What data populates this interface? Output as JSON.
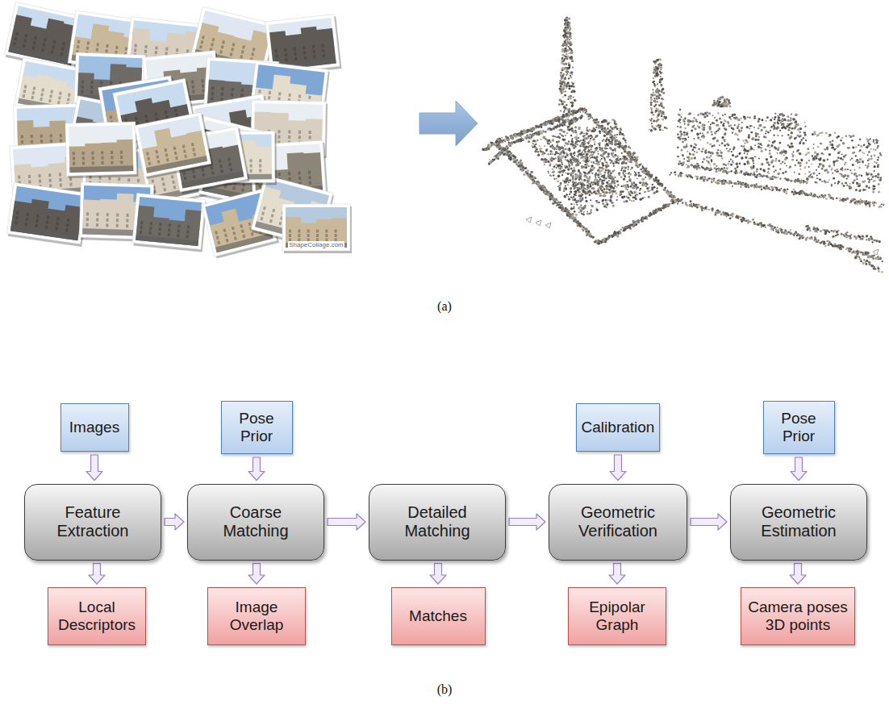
{
  "diagram": {
    "nodes": [
      {
        "text": [
          "Images"
        ]
      },
      {
        "text": [
          "Pose Prior"
        ]
      },
      {
        "text": [
          "Calibration"
        ]
      },
      {
        "text": [
          "Pose Prior"
        ]
      },
      {
        "text": [
          "Feature Extraction"
        ]
      },
      {
        "text": [
          "Coarse Matching"
        ]
      },
      {
        "text": [
          "Detailed Matching"
        ]
      },
      {
        "text": [
          "Geometric Verification"
        ]
      },
      {
        "text": [
          "Geometric Estimation"
        ]
      },
      {
        "text": [
          "Local Descriptors"
        ]
      },
      {
        "text": [
          "Image Overlap"
        ]
      },
      {
        "text": [
          "Matches"
        ]
      },
      {
        "text": [
          "Epipolar Graph"
        ]
      },
      {
        "text": [
          "Camera poses 3D points"
        ]
      }
    ],
    "edges": [
      {
        "from": 0,
        "to": 4,
        "arrow": "to"
      },
      {
        "from": 1,
        "to": 5,
        "arrow": "to"
      },
      {
        "from": 2,
        "to": 7,
        "arrow": "to"
      },
      {
        "from": 3,
        "to": 8,
        "arrow": "to"
      },
      {
        "from": 4,
        "to": 5,
        "arrow": "to"
      },
      {
        "from": 5,
        "to": 6,
        "arrow": "to"
      },
      {
        "from": 6,
        "to": 7,
        "arrow": "to"
      },
      {
        "from": 7,
        "to": 8,
        "arrow": "to"
      },
      {
        "from": 4,
        "to": 9,
        "arrow": "to"
      },
      {
        "from": 5,
        "to": 10,
        "arrow": "to"
      },
      {
        "from": 6,
        "to": 11,
        "arrow": "to"
      },
      {
        "from": 7,
        "to": 12,
        "arrow": "to"
      },
      {
        "from": 8,
        "to": 13,
        "arrow": "to"
      }
    ],
    "labels": [
      "(a)",
      "(b)",
      "ShapeCollage.com"
    ]
  }
}
